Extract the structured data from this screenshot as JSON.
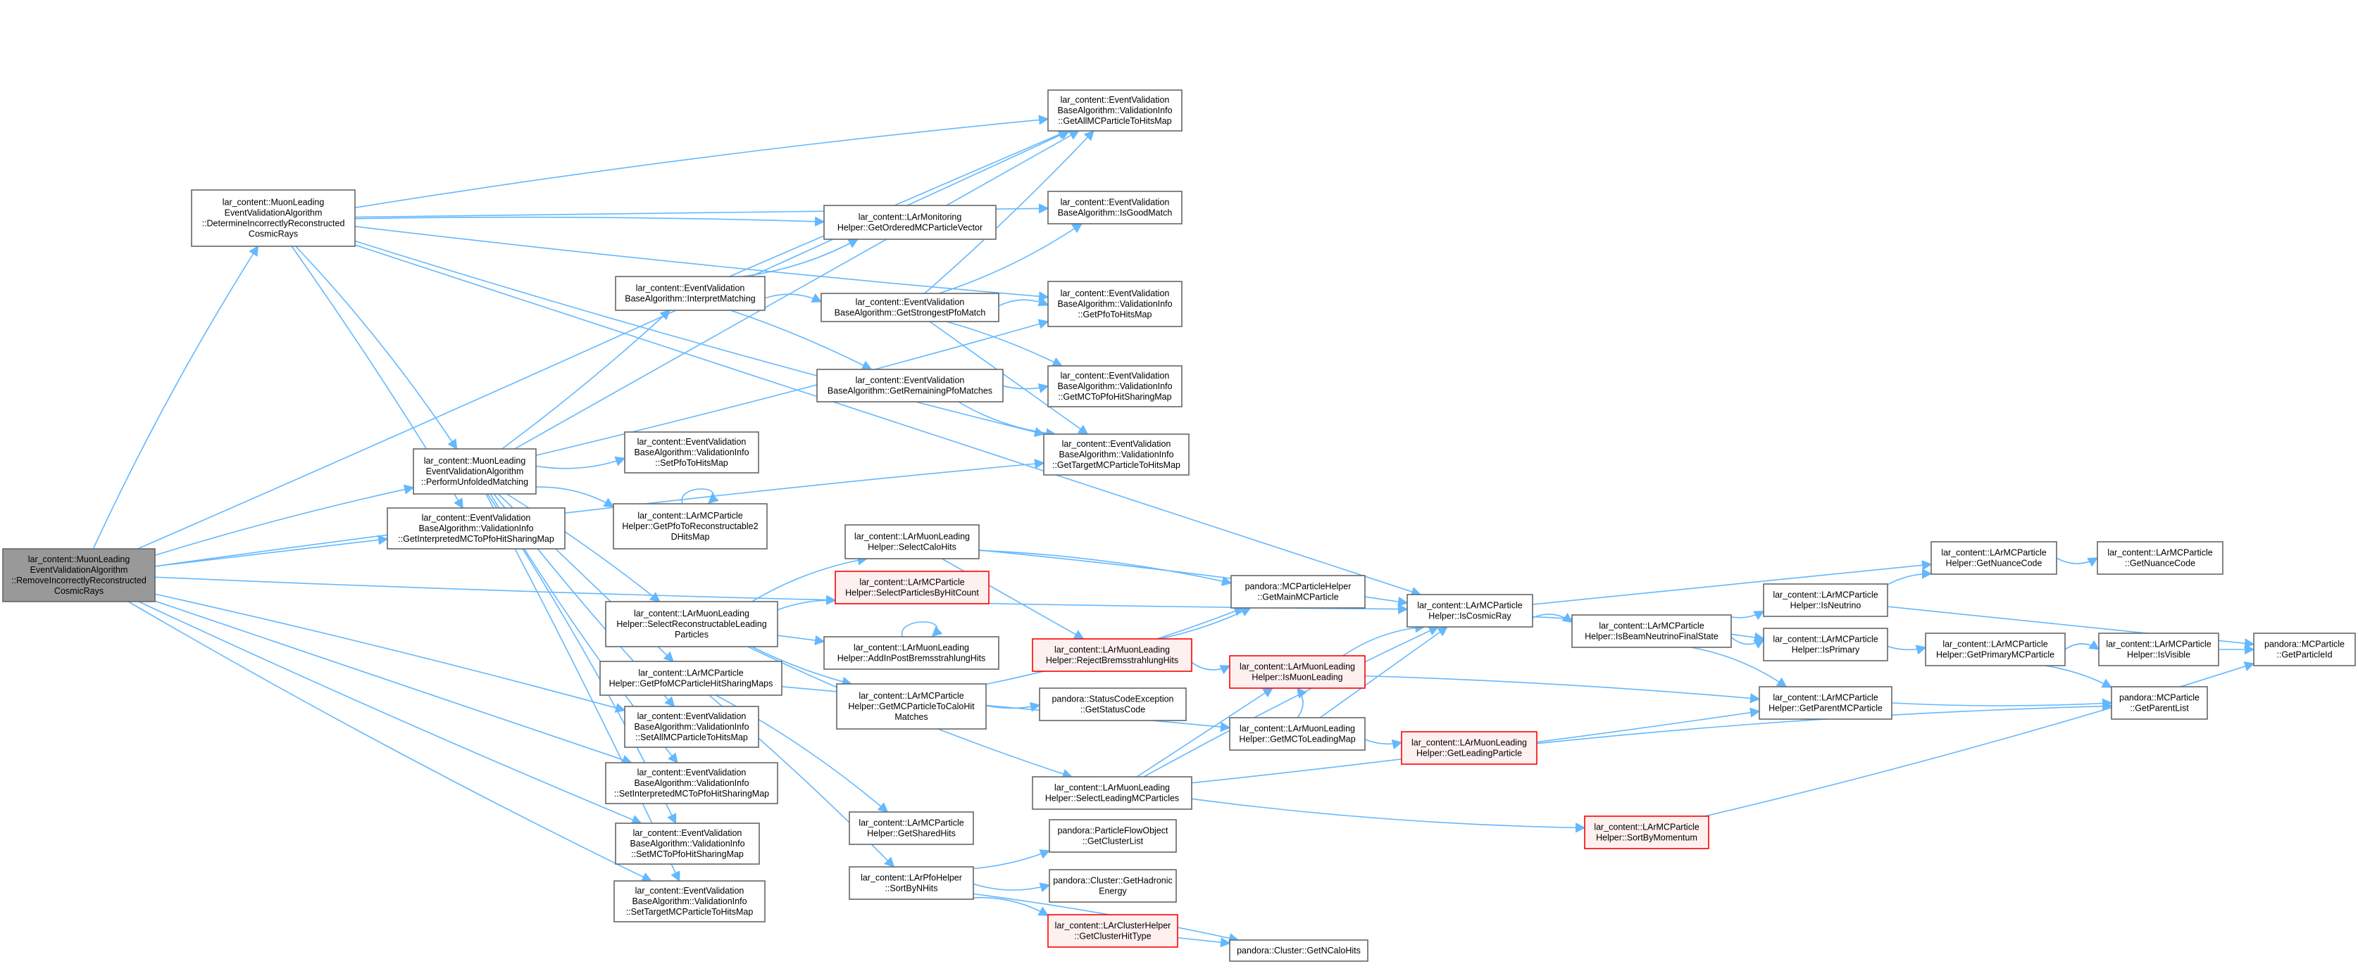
{
  "graph": {
    "colors": {
      "edge": "#63b8ff",
      "border": "#666666",
      "highlight": "#ff0000",
      "root_fill": "#999999"
    },
    "nodes": [
      {
        "id": "root",
        "root": true,
        "lines": [
          "lar_content::MuonLeading",
          "EventValidationAlgorithm",
          "::RemoveIncorrectlyReconstructed",
          "CosmicRays"
        ]
      },
      {
        "id": "determine",
        "lines": [
          "lar_content::MuonLeading",
          "EventValidationAlgorithm",
          "::DetermineIncorrectlyReconstructed",
          "CosmicRays"
        ]
      },
      {
        "id": "perform",
        "lines": [
          "lar_content::MuonLeading",
          "EventValidationAlgorithm",
          "::PerformUnfoldedMatching"
        ]
      },
      {
        "id": "getInterpretedMap",
        "lines": [
          "lar_content::EventValidation",
          "BaseAlgorithm::ValidationInfo",
          "::GetInterpretedMCToPfoHitSharingMap"
        ]
      },
      {
        "id": "interpretMatching",
        "lines": [
          "lar_content::EventValidation",
          "BaseAlgorithm::InterpretMatching"
        ]
      },
      {
        "id": "setPfoToHits",
        "lines": [
          "lar_content::EventValidation",
          "BaseAlgorithm::ValidationInfo",
          "::SetPfoToHitsMap"
        ]
      },
      {
        "id": "getPfoToReco",
        "lines": [
          "lar_content::LArMCParticle",
          "Helper::GetPfoToReconstructable2",
          "DHitsMap"
        ]
      },
      {
        "id": "selectRecoLeading",
        "lines": [
          "lar_content::LArMuonLeading",
          "Helper::SelectReconstructableLeading",
          "Particles"
        ]
      },
      {
        "id": "getPfoMCSharing",
        "lines": [
          "lar_content::LArMCParticle",
          "Helper::GetPfoMCParticleHitSharingMaps"
        ]
      },
      {
        "id": "setAllMC",
        "lines": [
          "lar_content::EventValidation",
          "BaseAlgorithm::ValidationInfo",
          "::SetAllMCParticleToHitsMap"
        ]
      },
      {
        "id": "setInterpreted",
        "lines": [
          "lar_content::EventValidation",
          "BaseAlgorithm::ValidationInfo",
          "::SetInterpretedMCToPfoHitSharingMap"
        ]
      },
      {
        "id": "setMCToPfo",
        "lines": [
          "lar_content::EventValidation",
          "BaseAlgorithm::ValidationInfo",
          "::SetMCToPfoHitSharingMap"
        ]
      },
      {
        "id": "setTargetMC",
        "lines": [
          "lar_content::EventValidation",
          "BaseAlgorithm::ValidationInfo",
          "::SetTargetMCParticleToHitsMap"
        ]
      },
      {
        "id": "getOrderedMC",
        "lines": [
          "lar_content::LArMonitoring",
          "Helper::GetOrderedMCParticleVector"
        ]
      },
      {
        "id": "getStrongest",
        "lines": [
          "lar_content::EventValidation",
          "BaseAlgorithm::GetStrongestPfoMatch"
        ]
      },
      {
        "id": "getRemaining",
        "lines": [
          "lar_content::EventValidation",
          "BaseAlgorithm::GetRemainingPfoMatches"
        ]
      },
      {
        "id": "selectCaloHits",
        "lines": [
          "lar_content::LArMuonLeading",
          "Helper::SelectCaloHits"
        ]
      },
      {
        "id": "selectByHitCount",
        "red": true,
        "lines": [
          "lar_content::LArMCParticle",
          "Helper::SelectParticlesByHitCount"
        ]
      },
      {
        "id": "addInPost",
        "lines": [
          "lar_content::LArMuonLeading",
          "Helper::AddInPostBremsstrahlungHits"
        ]
      },
      {
        "id": "getMCToCalo",
        "lines": [
          "lar_content::LArMCParticle",
          "Helper::GetMCParticleToCaloHit",
          "Matches"
        ]
      },
      {
        "id": "getSharedHits",
        "lines": [
          "lar_content::LArMCParticle",
          "Helper::GetSharedHits"
        ]
      },
      {
        "id": "sortByNHits",
        "lines": [
          "lar_content::LArPfoHelper",
          "::SortByNHits"
        ]
      },
      {
        "id": "getAllMCToHits",
        "lines": [
          "lar_content::EventValidation",
          "BaseAlgorithm::ValidationInfo",
          "::GetAllMCParticleToHitsMap"
        ]
      },
      {
        "id": "isGoodMatch",
        "lines": [
          "lar_content::EventValidation",
          "BaseAlgorithm::IsGoodMatch"
        ]
      },
      {
        "id": "getPfoToHits",
        "lines": [
          "lar_content::EventValidation",
          "BaseAlgorithm::ValidationInfo",
          "::GetPfoToHitsMap"
        ]
      },
      {
        "id": "getMCToPfo",
        "lines": [
          "lar_content::EventValidation",
          "BaseAlgorithm::ValidationInfo",
          "::GetMCToPfoHitSharingMap"
        ]
      },
      {
        "id": "getTargetMC",
        "lines": [
          "lar_content::EventValidation",
          "BaseAlgorithm::ValidationInfo",
          "::GetTargetMCParticleToHitsMap"
        ]
      },
      {
        "id": "rejectBrems",
        "red": true,
        "lines": [
          "lar_content::LArMuonLeading",
          "Helper::RejectBremsstrahlungHits"
        ]
      },
      {
        "id": "getStatusCode",
        "lines": [
          "pandora::StatusCodeException",
          "::GetStatusCode"
        ]
      },
      {
        "id": "selectLeadingMC",
        "lines": [
          "lar_content::LArMuonLeading",
          "Helper::SelectLeadingMCParticles"
        ]
      },
      {
        "id": "getClusterList",
        "lines": [
          "pandora::ParticleFlowObject",
          "::GetClusterList"
        ]
      },
      {
        "id": "getHadronic",
        "lines": [
          "pandora::Cluster::GetHadronic",
          "Energy"
        ]
      },
      {
        "id": "getClusterHitType",
        "red": true,
        "lines": [
          "lar_content::LArClusterHelper",
          "::GetClusterHitType"
        ]
      },
      {
        "id": "getMainMC",
        "lines": [
          "pandora::MCParticleHelper",
          "::GetMainMCParticle"
        ]
      },
      {
        "id": "isMuonLeading",
        "red": true,
        "lines": [
          "lar_content::LArMuonLeading",
          "Helper::IsMuonLeading"
        ]
      },
      {
        "id": "getMCToLeading",
        "lines": [
          "lar_content::LArMuonLeading",
          "Helper::GetMCToLeadingMap"
        ]
      },
      {
        "id": "getLeadingParticle",
        "red": true,
        "lines": [
          "lar_content::LArMuonLeading",
          "Helper::GetLeadingParticle"
        ]
      },
      {
        "id": "getNCaloHits",
        "lines": [
          "pandora::Cluster::GetNCaloHits"
        ]
      },
      {
        "id": "isCosmicRay",
        "lines": [
          "lar_content::LArMCParticle",
          "Helper::IsCosmicRay"
        ]
      },
      {
        "id": "isBeamNeutrino",
        "lines": [
          "lar_content::LArMCParticle",
          "Helper::IsBeamNeutrinoFinalState"
        ]
      },
      {
        "id": "sortByMomentum",
        "red": true,
        "lines": [
          "lar_content::LArMCParticle",
          "Helper::SortByMomentum"
        ]
      },
      {
        "id": "getNuanceCodeHelper",
        "lines": [
          "lar_content::LArMCParticle",
          "Helper::GetNuanceCode"
        ]
      },
      {
        "id": "isNeutrino",
        "lines": [
          "lar_content::LArMCParticle",
          "Helper::IsNeutrino"
        ]
      },
      {
        "id": "isPrimary",
        "lines": [
          "lar_content::LArMCParticle",
          "Helper::IsPrimary"
        ]
      },
      {
        "id": "getParentMC",
        "lines": [
          "lar_content::LArMCParticle",
          "Helper::GetParentMCParticle"
        ]
      },
      {
        "id": "getPrimaryMC",
        "lines": [
          "lar_content::LArMCParticle",
          "Helper::GetPrimaryMCParticle"
        ]
      },
      {
        "id": "isVisible",
        "lines": [
          "lar_content::LArMCParticle",
          "Helper::IsVisible"
        ]
      },
      {
        "id": "getParentList",
        "lines": [
          "pandora::MCParticle",
          "::GetParentList"
        ]
      },
      {
        "id": "getNuanceCode",
        "lines": [
          "lar_content::LArMCParticle",
          "::GetNuanceCode"
        ]
      },
      {
        "id": "getParticleId",
        "lines": [
          "pandora::MCParticle",
          "::GetParticleId"
        ]
      }
    ],
    "edges": [
      [
        "root",
        "determine"
      ],
      [
        "root",
        "perform"
      ],
      [
        "root",
        "getInterpretedMap"
      ],
      [
        "root",
        "getAllMCToHits"
      ],
      [
        "root",
        "isCosmicRay"
      ],
      [
        "root",
        "getTargetMC"
      ],
      [
        "root",
        "setAllMC"
      ],
      [
        "root",
        "setInterpreted"
      ],
      [
        "root",
        "setMCToPfo"
      ],
      [
        "root",
        "setTargetMC"
      ],
      [
        "determine",
        "getAllMCToHits"
      ],
      [
        "determine",
        "getOrderedMC"
      ],
      [
        "determine",
        "isGoodMatch"
      ],
      [
        "determine",
        "getPfoToHits"
      ],
      [
        "determine",
        "getTargetMC"
      ],
      [
        "determine",
        "perform"
      ],
      [
        "determine",
        "getInterpretedMap"
      ],
      [
        "determine",
        "isCosmicRay"
      ],
      [
        "perform",
        "interpretMatching"
      ],
      [
        "perform",
        "setPfoToHits"
      ],
      [
        "perform",
        "getPfoToReco"
      ],
      [
        "perform",
        "selectRecoLeading"
      ],
      [
        "perform",
        "getPfoMCSharing"
      ],
      [
        "perform",
        "setAllMC"
      ],
      [
        "perform",
        "setInterpreted"
      ],
      [
        "perform",
        "setMCToPfo"
      ],
      [
        "perform",
        "setTargetMC"
      ],
      [
        "perform",
        "getAllMCToHits"
      ],
      [
        "perform",
        "getPfoToHits"
      ],
      [
        "interpretMatching",
        "getOrderedMC"
      ],
      [
        "interpretMatching",
        "getStrongest"
      ],
      [
        "interpretMatching",
        "getRemaining"
      ],
      [
        "interpretMatching",
        "getAllMCToHits"
      ],
      [
        "getStrongest",
        "getAllMCToHits"
      ],
      [
        "getStrongest",
        "isGoodMatch"
      ],
      [
        "getStrongest",
        "getPfoToHits"
      ],
      [
        "getStrongest",
        "getMCToPfo"
      ],
      [
        "getStrongest",
        "getTargetMC"
      ],
      [
        "getRemaining",
        "getMCToPfo"
      ],
      [
        "getRemaining",
        "getTargetMC"
      ],
      [
        "selectRecoLeading",
        "selectCaloHits"
      ],
      [
        "selectRecoLeading",
        "selectByHitCount"
      ],
      [
        "selectRecoLeading",
        "addInPost"
      ],
      [
        "selectRecoLeading",
        "getMCToCalo"
      ],
      [
        "selectRecoLeading",
        "selectLeadingMC"
      ],
      [
        "selectCaloHits",
        "getMainMC"
      ],
      [
        "selectCaloHits",
        "isCosmicRay"
      ],
      [
        "selectCaloHits",
        "rejectBrems"
      ],
      [
        "getMCToCalo",
        "getStatusCode"
      ],
      [
        "getMCToCalo",
        "getMainMC"
      ],
      [
        "getPfoMCSharing",
        "getSharedHits"
      ],
      [
        "getPfoMCSharing",
        "sortByNHits"
      ],
      [
        "getPfoMCSharing",
        "getMCToLeading"
      ],
      [
        "sortByNHits",
        "getClusterList"
      ],
      [
        "sortByNHits",
        "getHadronic"
      ],
      [
        "sortByNHits",
        "getClusterHitType"
      ],
      [
        "sortByNHits",
        "getNCaloHits"
      ],
      [
        "getClusterHitType",
        "getNCaloHits"
      ],
      [
        "rejectBrems",
        "getMainMC"
      ],
      [
        "rejectBrems",
        "isMuonLeading"
      ],
      [
        "isMuonLeading",
        "isCosmicRay"
      ],
      [
        "isMuonLeading",
        "getParentMC"
      ],
      [
        "getMCToLeading",
        "isCosmicRay"
      ],
      [
        "getMCToLeading",
        "getLeadingParticle"
      ],
      [
        "getMCToLeading",
        "isMuonLeading"
      ],
      [
        "getLeadingParticle",
        "getParentList"
      ],
      [
        "selectLeadingMC",
        "isCosmicRay"
      ],
      [
        "selectLeadingMC",
        "isMuonLeading"
      ],
      [
        "selectLeadingMC",
        "getParentMC"
      ],
      [
        "selectLeadingMC",
        "sortByMomentum"
      ],
      [
        "isCosmicRay",
        "isBeamNeutrino"
      ],
      [
        "isCosmicRay",
        "isPrimary"
      ],
      [
        "isCosmicRay",
        "getNuanceCodeHelper"
      ],
      [
        "isBeamNeutrino",
        "isNeutrino"
      ],
      [
        "isBeamNeutrino",
        "isPrimary"
      ],
      [
        "isBeamNeutrino",
        "getParentMC"
      ],
      [
        "isNeutrino",
        "getNuanceCodeHelper"
      ],
      [
        "isNeutrino",
        "getParticleId"
      ],
      [
        "isPrimary",
        "getPrimaryMC"
      ],
      [
        "getNuanceCodeHelper",
        "getNuanceCode"
      ],
      [
        "getPrimaryMC",
        "isVisible"
      ],
      [
        "getPrimaryMC",
        "getParentList"
      ],
      [
        "isVisible",
        "getParticleId"
      ],
      [
        "getParentMC",
        "getParentList"
      ],
      [
        "sortByMomentum",
        "getParticleId"
      ],
      [
        "addInPost",
        "addInPost"
      ],
      [
        "getPfoToReco",
        "getPfoToReco"
      ]
    ]
  }
}
